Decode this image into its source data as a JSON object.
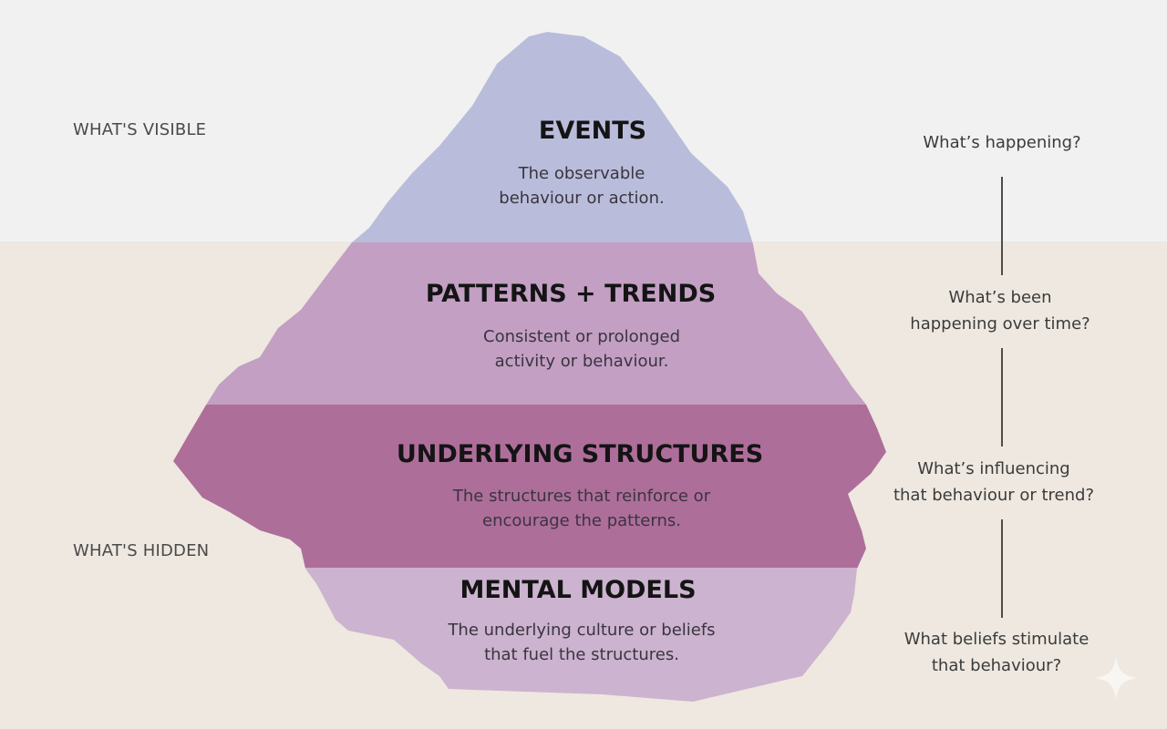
{
  "side_labels": {
    "visible": "WHAT'S VISIBLE",
    "hidden": "WHAT'S HIDDEN"
  },
  "layers": [
    {
      "title": "EVENTS",
      "description_lines": [
        "The observable",
        "behaviour or action."
      ],
      "question_lines": [
        "What’s happening?"
      ],
      "color": "#b9bddb"
    },
    {
      "title": "PATTERNS + TRENDS",
      "description_lines": [
        "Consistent or prolonged",
        "activity or behaviour."
      ],
      "question_lines": [
        "What’s been",
        "happening over time?"
      ],
      "color": "#c39fc3"
    },
    {
      "title": "UNDERLYING STRUCTURES",
      "description_lines": [
        "The structures that reinforce or",
        "encourage the patterns."
      ],
      "question_lines": [
        "What’s influencing",
        "that behaviour or trend?"
      ],
      "color": "#ae6e9a"
    },
    {
      "title": "MENTAL MODELS",
      "description_lines": [
        "The underlying culture or beliefs",
        "that fuel the structures."
      ],
      "question_lines": [
        "What beliefs stimulate",
        "that behaviour?"
      ],
      "color": "#ccb3cf"
    }
  ],
  "background": {
    "above_water": "#f1f1f1",
    "below_water": "#eee8e0"
  },
  "watermark_icon": "sparkle-icon"
}
